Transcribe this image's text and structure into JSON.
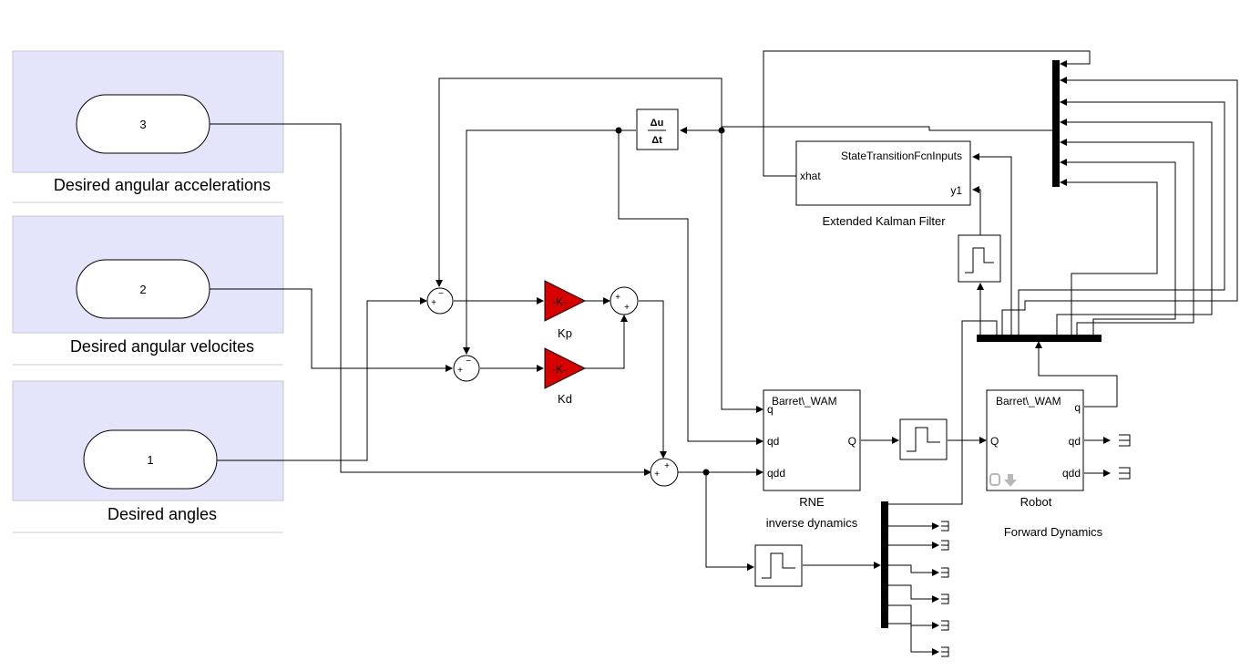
{
  "inports": [
    {
      "number": "3",
      "label": "Desired angular accelerations"
    },
    {
      "number": "2",
      "label": "Desired angular velocites"
    },
    {
      "number": "1",
      "label": "Desired angles"
    }
  ],
  "derivative": {
    "top": "Δu",
    "bottom": "Δt"
  },
  "ekf": {
    "in1": "StateTransitionFcnInputs",
    "in2": "y1",
    "out": "xhat",
    "label": "Extended Kalman Filter"
  },
  "gains": {
    "kp": {
      "text": "-K-",
      "label": "Kp"
    },
    "kd": {
      "text": "-K-",
      "label": "Kd"
    }
  },
  "sums": {
    "s1": {
      "top": "−",
      "left": "+"
    },
    "s2": {
      "top": "−",
      "left": "+"
    },
    "s3": {
      "top": "+",
      "bottom": "+"
    },
    "s4": {
      "top": "+",
      "left": "+"
    }
  },
  "rne": {
    "title": "Barret\\_WAM",
    "in1": "q",
    "in2": "qd",
    "in3": "qdd",
    "out": "Q",
    "label1": "RNE",
    "label2": "inverse dynamics"
  },
  "robot": {
    "title": "Barret\\_WAM",
    "in": "Q",
    "out1": "q",
    "out2": "qd",
    "out3": "qdd",
    "label1": "Robot",
    "label2": "Forward Dynamics"
  },
  "colors": {
    "panel": "#e4e4fb",
    "gain": "#d90000",
    "wire": "#000000"
  }
}
